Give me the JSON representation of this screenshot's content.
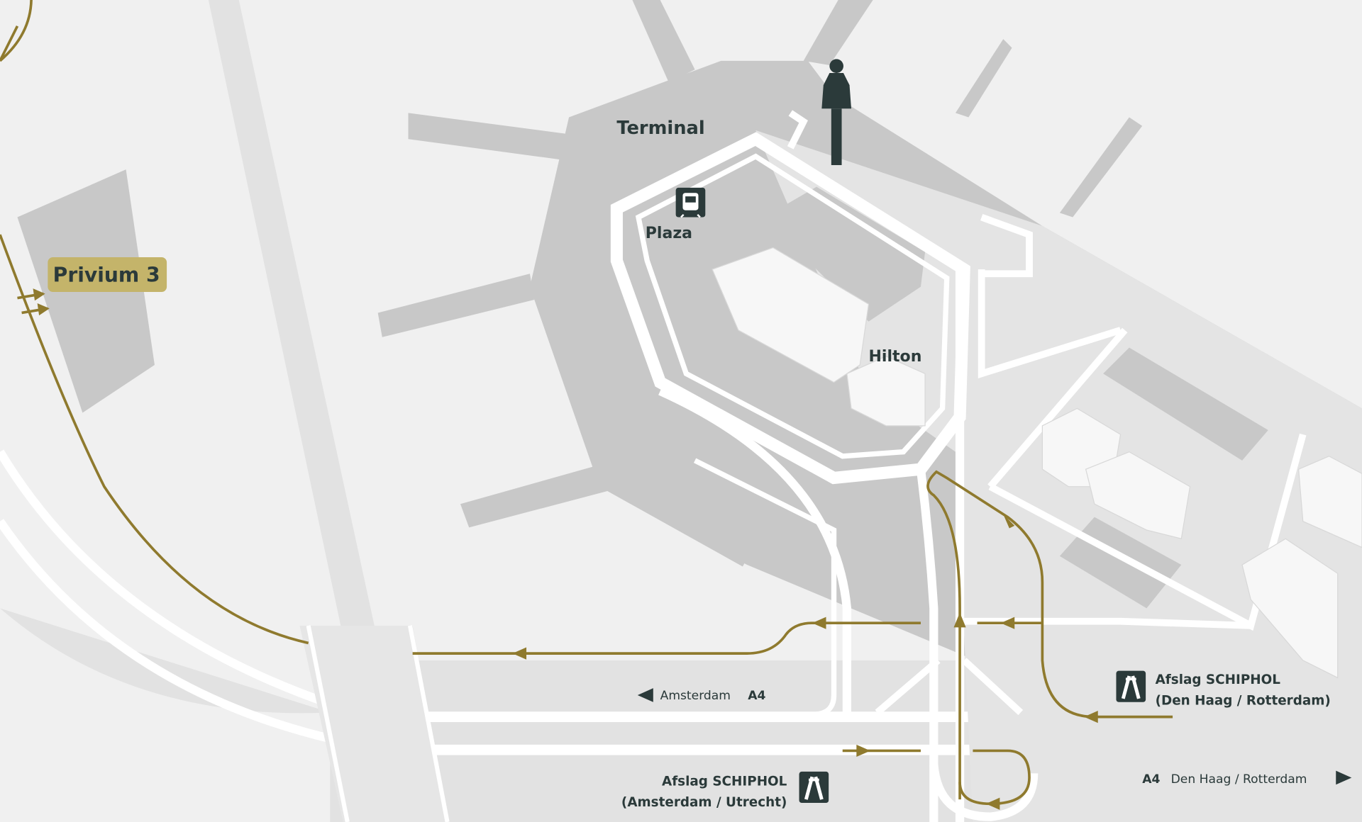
{
  "colors": {
    "background": "#f0f0f0",
    "road": "#ffffff",
    "road_surface": "#e2e2e2",
    "building": "#c8c8c8",
    "route": "#8f7a2e",
    "highlight_label": "#c4b46a",
    "text": "#2b3a3a"
  },
  "labels": {
    "terminal": "Terminal",
    "plaza": "Plaza",
    "hilton": "Hilton",
    "privium": "Privium 3"
  },
  "signs": {
    "amsterdam_dir": "Amsterdam",
    "amsterdam_road": "A4",
    "denhaag_road": "A4",
    "denhaag_dir": "Den Haag / Rotterdam",
    "exit_right_line1": "Afslag SCHIPHOL",
    "exit_right_line2": "(Den Haag / Rotterdam)",
    "exit_left_line1": "Afslag SCHIPHOL",
    "exit_left_line2": "(Amsterdam / Utrecht)"
  },
  "icons": [
    "train-station-icon",
    "control-tower-icon",
    "highway-icon"
  ]
}
